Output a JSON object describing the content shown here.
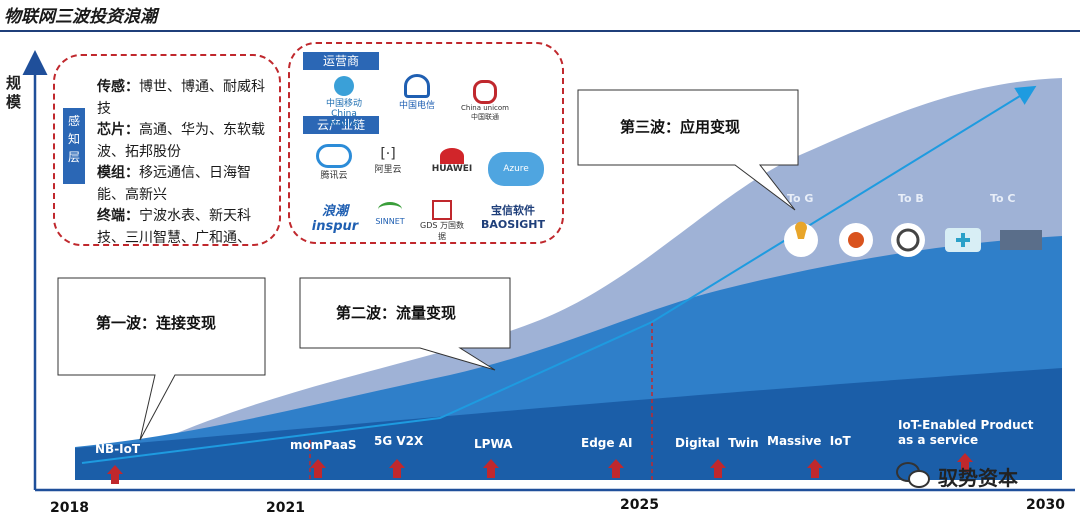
{
  "title": "物联网三波投资浪潮",
  "axis": {
    "y_label": "规模",
    "years": [
      "2018",
      "2021",
      "2025",
      "2030"
    ]
  },
  "waves": [
    {
      "label": "第一波：连接变现"
    },
    {
      "label": "第二波：流量变现"
    },
    {
      "label": "第三波：应用变现"
    }
  ],
  "techs": [
    "NB-IoT",
    "momPaaS",
    "5G V2X",
    "LPWA",
    "Edge AI",
    "Digital  Twin",
    "Massive  IoT",
    "IoT-Enabled Product as a service"
  ],
  "segments": [
    "To G",
    "To B",
    "To C"
  ],
  "perception": {
    "tag": "感知层",
    "lines": [
      {
        "head": "传感：",
        "text": "博世、博通、耐威科技"
      },
      {
        "head": "芯片：",
        "text": "高通、华为、东软载波、拓邦股份"
      },
      {
        "head": "模组：",
        "text": "移远通信、日海智能、高新兴"
      },
      {
        "head": "终端：",
        "text": "宁波水表、新天科技、三川智慧、广和通、"
      }
    ]
  },
  "operators": {
    "tag": "运营商",
    "cloud_tag": "云产业链",
    "logos": [
      "中国移动 China Mobile",
      "中国电信",
      "China unicom中国联通",
      "腾讯云",
      "阿里云",
      "HUAWEI",
      "Azure",
      "浪潮 inspur",
      "SINNET",
      "GDS 万国数据",
      "宝信软件 BAOSIGHT"
    ]
  },
  "watermark": "驭势资本",
  "colors": {
    "dark": "#1b5ea8",
    "mid": "#2f7fc9",
    "light": "#9fb2d6",
    "arrow": "#1e9be0"
  }
}
